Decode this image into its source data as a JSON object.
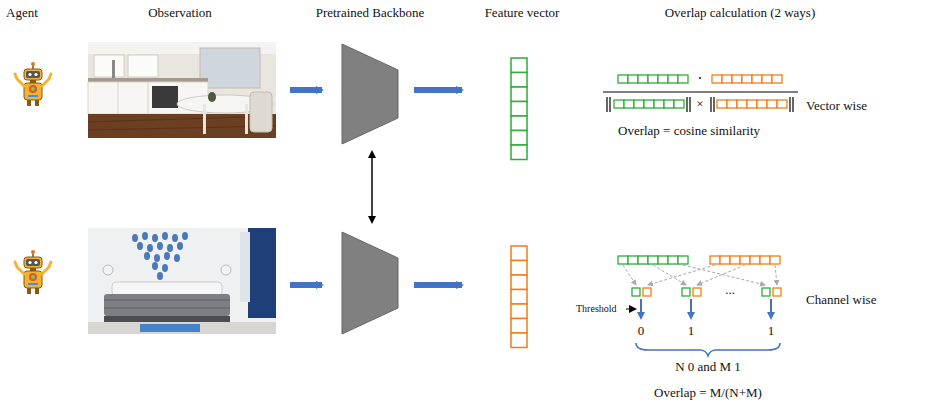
{
  "diagram": {
    "labels": [
      "Agent",
      "Observation",
      "Pretrained Backbone",
      "Feature vector",
      "Overlap calculation (2 ways)",
      "·",
      "×",
      "Vector wise",
      "Overlap = cosine similarity",
      "Threshold",
      "0",
      "1",
      "...",
      "1",
      "Channel wise",
      "N 0 and M 1",
      "Overlap = M/(N+M)"
    ]
  }
}
